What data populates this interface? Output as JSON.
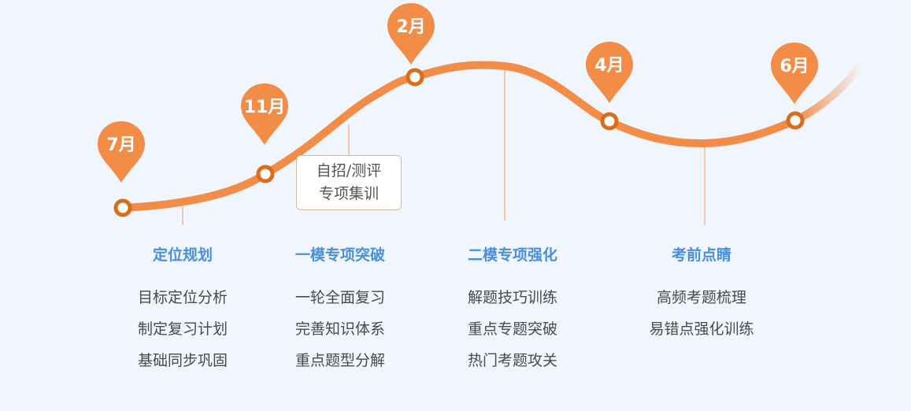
{
  "timeline": {
    "milestones": [
      {
        "label": "7月"
      },
      {
        "label": "11月"
      },
      {
        "label": "2月"
      },
      {
        "label": "4月"
      },
      {
        "label": "6月"
      }
    ],
    "note": {
      "line1": "自招/测评",
      "line2": "专项集训"
    }
  },
  "stages": [
    {
      "title": "定位规划",
      "items": [
        "目标定位分析",
        "制定复习计划",
        "基础同步巩固"
      ]
    },
    {
      "title": "一模专项突破",
      "items": [
        "一轮全面复习",
        "完善知识体系",
        "重点题型分解"
      ]
    },
    {
      "title": "二模专项强化",
      "items": [
        "解题技巧训练",
        "重点专题突破",
        "热门考题攻关"
      ]
    },
    {
      "title": "考前点睛",
      "items": [
        "高频考题梳理",
        "易错点强化训练"
      ]
    }
  ],
  "colors": {
    "curve": "#f28c47",
    "pin": "#f28c47",
    "node_ring": "#d86e1b",
    "stage_title": "#4a8fdc",
    "item_text": "#4a4a4a"
  }
}
